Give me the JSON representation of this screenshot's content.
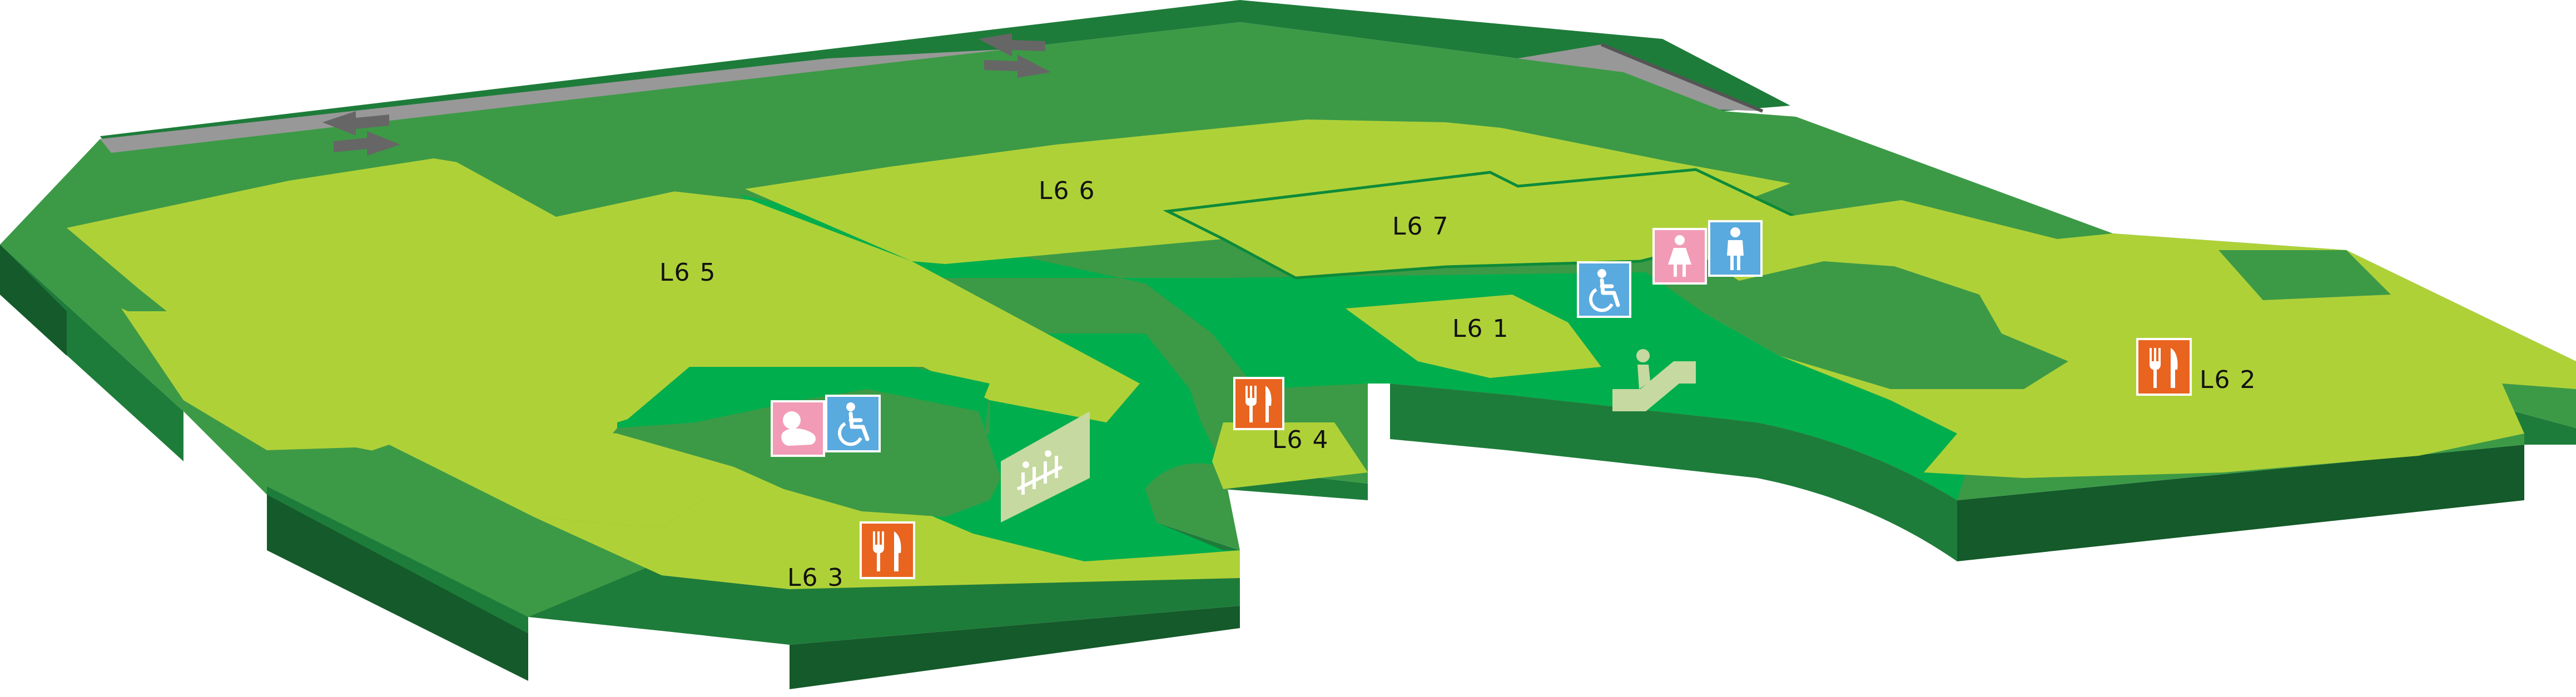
{
  "floor": "L6",
  "colors": {
    "floor_light": "#afd138",
    "floor_mid": "#3c9a46",
    "corridor": "#00ae4d",
    "wall_dark": "#1e7c3a",
    "wall_darker": "#145a2a",
    "road": "#989898",
    "road_edge": "#3a3a3a",
    "restaurant_icon": "#e9641f",
    "accessible_icon": "#59aadf",
    "female_icon": "#f29bb6",
    "baby_icon": "#f29bb6",
    "lift_icon": "#c6d9a0"
  },
  "units": [
    {
      "id": "L6-5",
      "label": "L6 5"
    },
    {
      "id": "L6-6",
      "label": "L6 6"
    },
    {
      "id": "L6-7",
      "label": "L6 7"
    },
    {
      "id": "L6-1",
      "label": "L6 1"
    },
    {
      "id": "L6-4",
      "label": "L6 4"
    },
    {
      "id": "L6-3",
      "label": "L6 3"
    },
    {
      "id": "L6-2",
      "label": "L6 2"
    }
  ],
  "icons": [
    {
      "id": "restaurant-l6-4",
      "type": "restaurant-icon"
    },
    {
      "id": "restaurant-l6-3",
      "type": "restaurant-icon"
    },
    {
      "id": "restaurant-l6-2",
      "type": "restaurant-icon"
    },
    {
      "id": "baby-room",
      "type": "baby-care-icon"
    },
    {
      "id": "accessible-west",
      "type": "wheelchair-icon"
    },
    {
      "id": "accessible-east",
      "type": "wheelchair-icon"
    },
    {
      "id": "female-toilet",
      "type": "female-toilet-icon"
    },
    {
      "id": "male-toilet",
      "type": "male-toilet-icon"
    },
    {
      "id": "lift",
      "type": "lift-icon"
    },
    {
      "id": "escalator",
      "type": "escalator-icon"
    },
    {
      "id": "traffic-arrows-west",
      "type": "two-way-arrow-icon"
    },
    {
      "id": "traffic-arrows-east",
      "type": "two-way-arrow-icon"
    }
  ]
}
